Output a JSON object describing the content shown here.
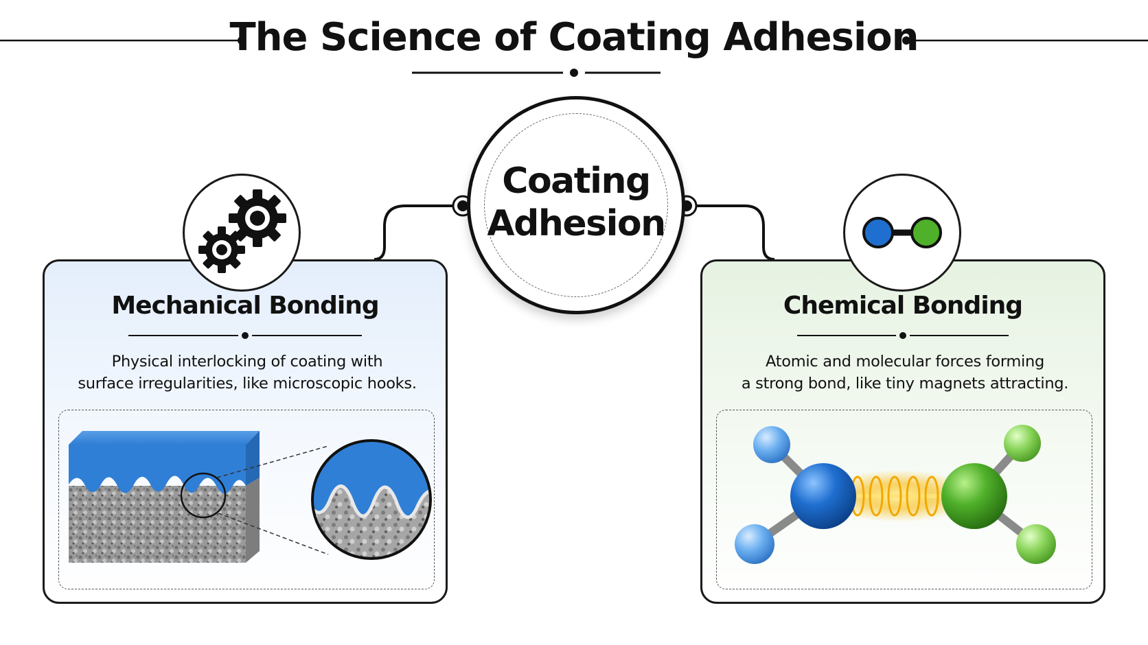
{
  "title": "The Science of Coating Adhesion",
  "center": {
    "line1": "Coating",
    "line2": "Adhesion"
  },
  "mechanical": {
    "title": "Mechanical Bonding",
    "desc_line1": "Physical interlocking of coating with",
    "desc_line2": "surface irregularities, like microscopic hooks.",
    "icon": "gears-icon"
  },
  "chemical": {
    "title": "Chemical Bonding",
    "desc_line1": "Atomic and molecular forces forming",
    "desc_line2": "a strong bond, like tiny magnets attracting.",
    "icon": "molecule-bond-icon"
  },
  "colors": {
    "coating_blue": "#2f7fd6",
    "atom_blue": "#1f6fd0",
    "atom_green": "#4fb02a",
    "bond_glow": "#f7b500",
    "mech_bg": "#e4eefb",
    "chem_bg": "#e6f2e2"
  }
}
